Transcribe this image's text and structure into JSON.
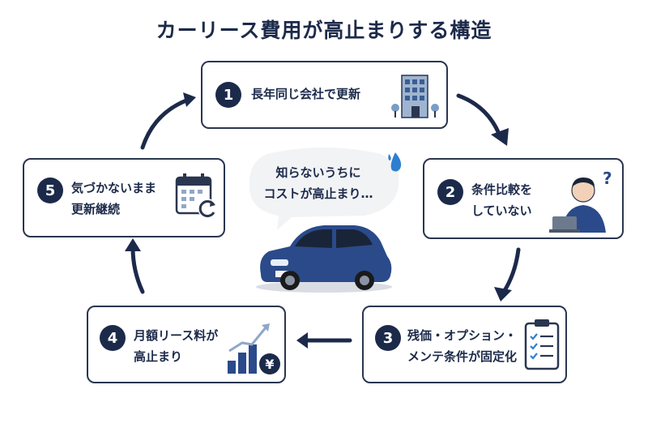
{
  "title": "カーリース費用が高止まりする構造",
  "center_bubble": {
    "line1": "知らないうちに",
    "line2": "コストが高止まり…"
  },
  "steps": [
    {
      "number": "1",
      "line1": "長年同じ会社で更新",
      "line2": "",
      "icon": "office-building-icon"
    },
    {
      "number": "2",
      "line1": "条件比較を",
      "line2": "していない",
      "icon": "worried-person-laptop-icon"
    },
    {
      "number": "3",
      "line1": "残価・オプション・",
      "line2": "メンテ条件が固定化",
      "icon": "clipboard-checklist-icon"
    },
    {
      "number": "4",
      "line1": "月額リース料が",
      "line2": "高止まり",
      "icon": "rising-bar-chart-yen-icon"
    },
    {
      "number": "5",
      "line1": "気づかないまま",
      "line2": "更新継続",
      "icon": "calendar-refresh-icon"
    }
  ],
  "colors": {
    "navy": "#1c2a4a",
    "car_blue": "#2a4a8a",
    "accent_blue": "#2f7fd0"
  }
}
